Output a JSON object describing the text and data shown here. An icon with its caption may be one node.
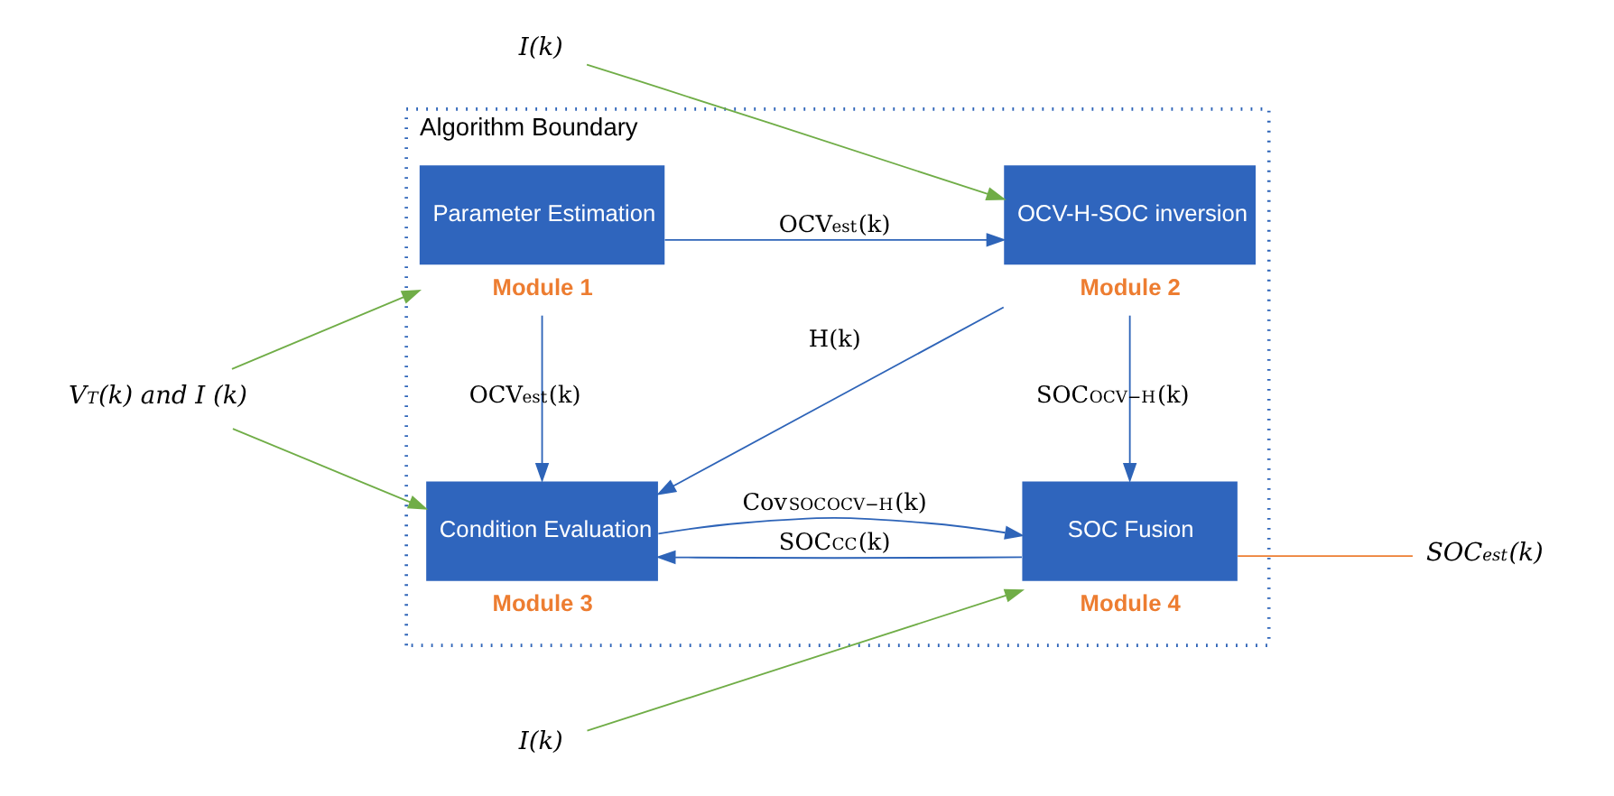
{
  "diagram": {
    "nodes": [
      {
        "text": [
          "Algorithm Boundary"
        ]
      },
      {
        "text": [
          "Parameter Estimation"
        ],
        "in": 0,
        "beside": [
          "Module 1"
        ]
      },
      {
        "text": [
          "OCV-H-SOC inversion"
        ],
        "in": 0,
        "beside": [
          "Module 2"
        ]
      },
      {
        "text": [
          "Condition Evaluation"
        ],
        "in": 0,
        "beside": [
          "Module 3"
        ]
      },
      {
        "text": [
          "SOC Fusion"
        ],
        "in": 0,
        "beside": [
          "Module 4"
        ]
      },
      {
        "text": [
          "V$_{T}$(k) and I (k)"
        ]
      },
      {
        "text": [
          "I(k)"
        ]
      },
      {
        "text": [
          "I(k)"
        ]
      },
      {
        "text": [
          "SOC$_{est}$(k)"
        ]
      }
    ],
    "edges": [
      {
        "from": 1,
        "to": 2,
        "arrow": "to",
        "label": "OCV$_{est}$(k)"
      },
      {
        "from": 1,
        "to": 3,
        "arrow": "to",
        "label": "OCV$_{est}$(k)"
      },
      {
        "from": 2,
        "to": 3,
        "arrow": "to",
        "label": "H(k)"
      },
      {
        "from": 2,
        "to": 4,
        "arrow": "to",
        "label": "SOC$_{OCV−H}$(k)"
      },
      {
        "from": 3,
        "to": 4,
        "arrow": "to",
        "label": "Cov$_{SOC}$$_{OCV−H}$(k)"
      },
      {
        "from": 4,
        "to": 3,
        "arrow": "to",
        "label": "SOC$_{CC}$(k)"
      },
      {
        "from": 5,
        "to": 1,
        "arrow": "to",
        "color": "#70ad47"
      },
      {
        "from": 5,
        "to": 3,
        "arrow": "to",
        "color": "#70ad47"
      },
      {
        "from": 6,
        "to": 2,
        "arrow": "to",
        "color": "#70ad47"
      },
      {
        "from": 7,
        "to": 4,
        "arrow": "to",
        "color": "#70ad47"
      },
      {
        "from": 4,
        "to": 8,
        "arrow": "none",
        "color": "#ed7d31"
      }
    ]
  }
}
